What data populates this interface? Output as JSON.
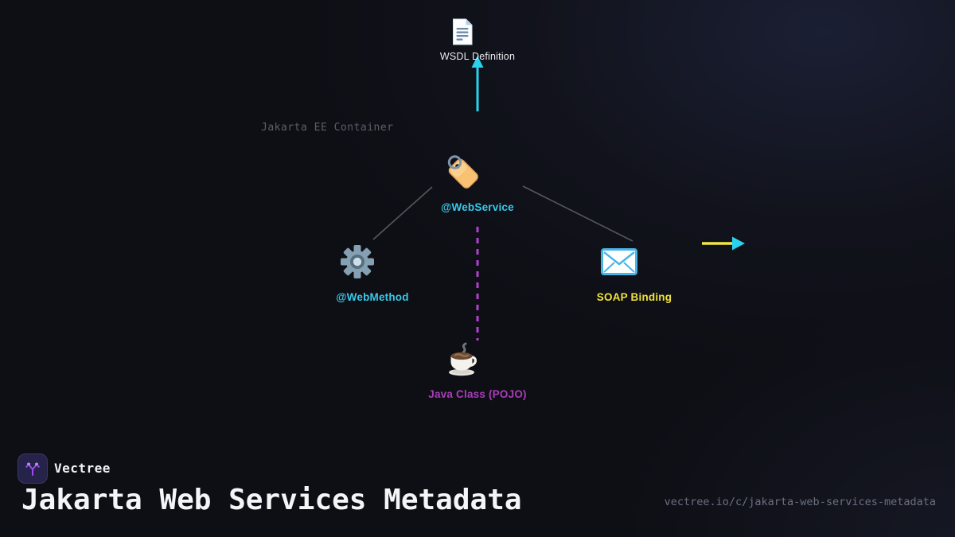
{
  "diagram": {
    "container_label": "Jakarta EE Container",
    "nodes": [
      {
        "id": "wsdl",
        "label": "WSDL Definition",
        "icon": "document-icon",
        "label_color": "#e9ebee"
      },
      {
        "id": "webservice",
        "label": "@WebService",
        "icon": "tag-icon",
        "label_color": "#38c9ea"
      },
      {
        "id": "webmethod",
        "label": "@WebMethod",
        "icon": "gear-icon",
        "label_color": "#38c9ea"
      },
      {
        "id": "soap",
        "label": "SOAP Binding",
        "icon": "envelope-icon",
        "label_color": "#f0e23c"
      },
      {
        "id": "pojo",
        "label": "Java Class (POJO)",
        "icon": "coffee-icon",
        "label_color": "#ab3cba"
      }
    ],
    "edges": [
      {
        "from": "webservice",
        "to": "wsdl",
        "style": "solid-arrow",
        "color": "#29d3ee",
        "direction": "up"
      },
      {
        "from": "webservice",
        "to": "webmethod",
        "style": "solid",
        "color": "#54585e"
      },
      {
        "from": "webservice",
        "to": "soap",
        "style": "solid",
        "color": "#54585e"
      },
      {
        "from": "webservice",
        "to": "pojo",
        "style": "dashed",
        "color": "#b23fd0"
      },
      {
        "id": "flow-arrow",
        "style": "solid-arrow",
        "color": "#f2e544",
        "arrowhead_color": "#29d3ee",
        "direction": "right"
      }
    ]
  },
  "footer": {
    "brand": "Vectree",
    "logo_icon": "vectree-branch-icon",
    "title": "Jakarta Web Services Metadata",
    "url": "vectree.io/c/jakarta-web-services-metadata"
  },
  "colors": {
    "background": "#0e0f15",
    "background_glow": "#1b1f33",
    "cyan_accent": "#38c9ea",
    "yellow_accent": "#f0e23c",
    "magenta_accent": "#ab3cba",
    "dashed_purple": "#b23fd0",
    "gray_connector": "#54585e",
    "brand_purple": "#a855f7",
    "title_white": "#f4f5f7",
    "muted_gray": "#6b7080"
  }
}
